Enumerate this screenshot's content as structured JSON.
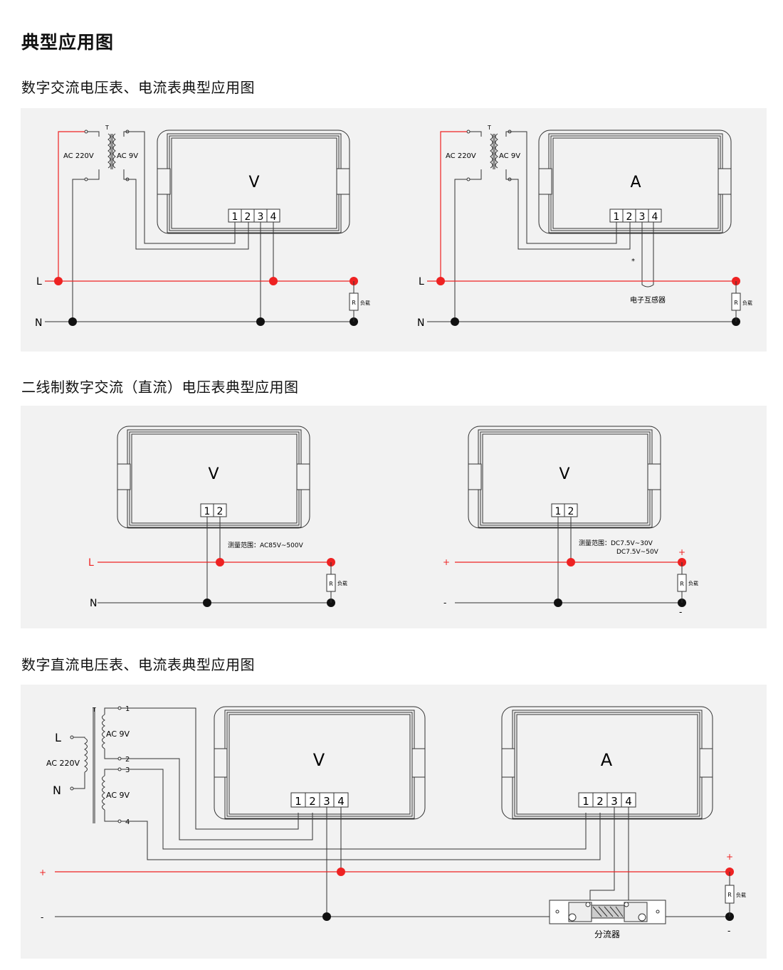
{
  "page": {
    "title": "典型应用图",
    "section1_heading": "数字交流电压表、电流表典型应用图",
    "section2_heading": "二线制数字交流（直流）电压表典型应用图",
    "section3_heading": "数字直流电压表、电流表典型应用图"
  },
  "labels": {
    "L": "L",
    "N": "N",
    "plus": "+",
    "minus": "-",
    "T": "T",
    "ac220": "AC 220V",
    "ac9": "AC 9V",
    "R": "R",
    "load": "负载",
    "meter_v": "V",
    "meter_a": "A",
    "t1": "1",
    "t2": "2",
    "t3": "3",
    "t4": "4",
    "asterisk": "*",
    "ct": "电子互感器",
    "range_ac": "测量范围：AC85V~500V",
    "range_dc1": "测量范围：DC7.5V~30V",
    "range_dc2": "DC7.5V~50V",
    "shunt": "分流器"
  },
  "colors": {
    "live": "#ee2222",
    "wire": "#333333",
    "panel": "#f2f2f2"
  }
}
